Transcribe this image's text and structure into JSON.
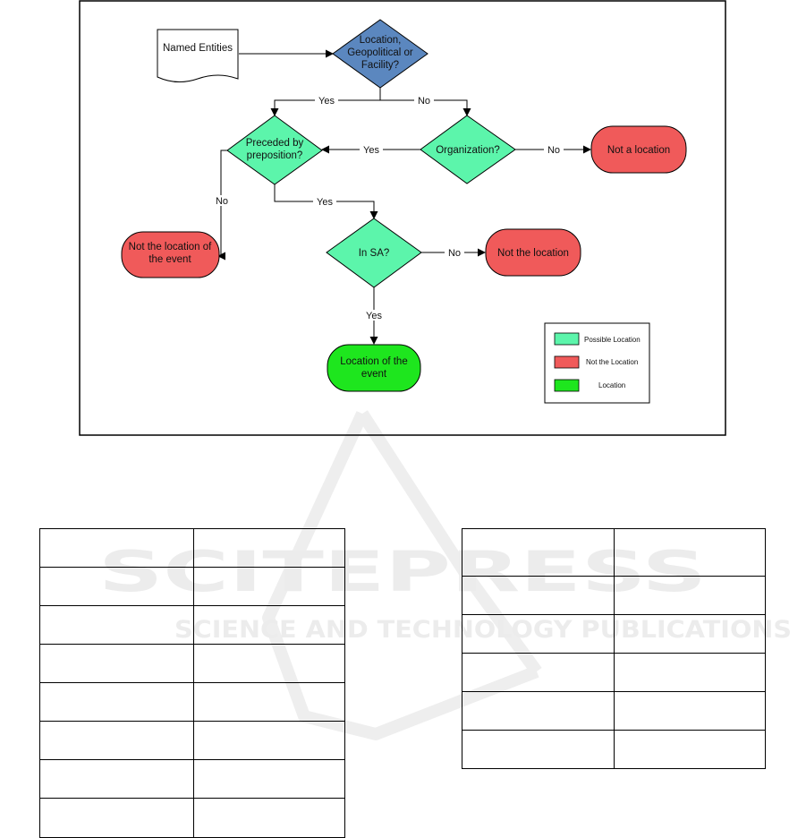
{
  "watermark": {
    "main": "SCITEPRESS",
    "sub": "SCIENCE AND TECHNOLOGY PUBLICATIONS"
  },
  "flowchart": {
    "nodes": {
      "named_entities": "Named Entities",
      "q_location": [
        "Location,",
        "Geopolitical or",
        "Facility?"
      ],
      "q_preposition": [
        "Preceded by",
        "preposition?"
      ],
      "q_organization": "Organization?",
      "not_a_location": "Not a location",
      "not_location_of_event": [
        "Not the location of",
        "the event"
      ],
      "q_in_sa": "In SA?",
      "not_the_location": "Not the location",
      "location_of_event": [
        "Location of the",
        "event"
      ]
    },
    "edges": {
      "yes_1": "Yes",
      "no_1": "No",
      "yes_2": "Yes",
      "no_2": "No",
      "no_3": "No",
      "yes_3": "Yes",
      "no_4": "No",
      "yes_4": "Yes"
    },
    "legend": [
      {
        "label": "Possible Location",
        "color": "#5cf5ab"
      },
      {
        "label": "Not the Location",
        "color": "#f05a5a"
      },
      {
        "label": "Location",
        "color": "#1ee61e"
      }
    ]
  },
  "colors": {
    "decision_blue": "#5b87bf",
    "possible": "#5cf5ab",
    "not_location": "#f05a5a",
    "location": "#1ee61e"
  },
  "tables": {
    "left_rows": 8,
    "right_rows": 6
  }
}
